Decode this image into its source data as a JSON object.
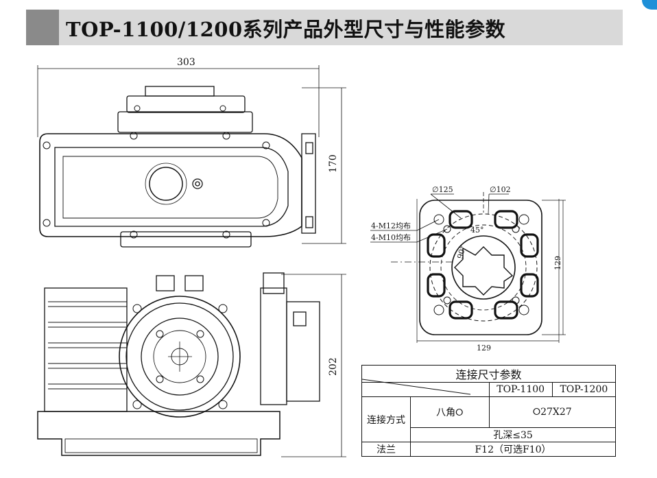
{
  "header": {
    "title": "TOP-1100/1200系列产品外型尺寸与性能参数"
  },
  "colors": {
    "header_band": "#d9d9d9",
    "header_square": "#8a8a8a",
    "accent": "#1e90d8"
  },
  "dimensions": {
    "width_top": "303",
    "height_right_top": "170",
    "height_right_bottom": "202",
    "flange_diam_outer": "∅125",
    "flange_diam_inner": "∅102",
    "flange_height": "129",
    "flange_width": "129",
    "thread_m12": "4-M12均布",
    "thread_m10": "4-M10均布",
    "angle_45": "45°",
    "angle_90": "90°"
  },
  "table": {
    "title": "连接尺寸参数",
    "col1": "TOP-1100",
    "col2": "TOP-1200",
    "row_connection_label": "连接方式",
    "octagon_label": "八角",
    "octagon_value": "27X27",
    "hole_depth": "孔深≤35",
    "flange_label": "法兰",
    "flange_value": "F12（可选F10）"
  }
}
